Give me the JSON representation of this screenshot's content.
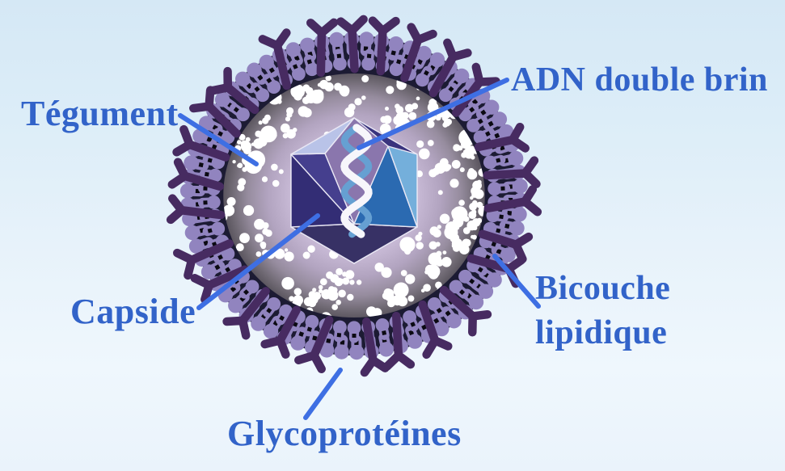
{
  "labels": {
    "tegument": {
      "text": "Tégument"
    },
    "adn": {
      "text": "ADN double brin"
    },
    "capside": {
      "text": "Capside"
    },
    "bicouche": {
      "text": "Bicouche\nlipidique"
    },
    "glycoproteines": {
      "text": "Glycoprotéines"
    }
  },
  "annotations": [
    {
      "id": "tegument",
      "label": "Tégument",
      "points_to": "tegument-layer"
    },
    {
      "id": "adn",
      "label": "ADN double brin",
      "points_to": "dna-double-helix"
    },
    {
      "id": "capside",
      "label": "Capside",
      "points_to": "capsid-icosahedron"
    },
    {
      "id": "bicouche",
      "label": "Bicouche lipidique",
      "points_to": "lipid-bilayer"
    },
    {
      "id": "glycoproteines",
      "label": "Glycoprotéines",
      "points_to": "glycoprotein-spikes"
    }
  ],
  "colors": {
    "label_text": "#3263c9",
    "leader_line": "#3e6fe3",
    "background_top": "#d5e8f5",
    "background_bottom": "#eff7fd",
    "lipid_head": "#9184bf",
    "membrane_dark": "#1c1b33",
    "membrane_dash": "#0b0a12",
    "glycoprotein": "#472b61",
    "speckle": "#ffffff",
    "tegument_gradient": [
      "#d2c6de",
      "#c6b8d4",
      "#b2a4c0",
      "#968c9e",
      "#6f6973",
      "#504b54",
      "#454046"
    ],
    "capsid_base": "#39337d",
    "capsid_face_bottom": "#373165",
    "capsid_face_left_dark": "#332d75",
    "capsid_face_left_light": "#453f8e",
    "capsid_face_blue": "#2b6ab1",
    "capsid_face_lightblue": "#74afdb",
    "capsid_face_mauve": "#8a76ad",
    "capsid_face_periwinkle": "#b9c3e8",
    "capsid_edge": "#e9e7f4",
    "dna_strand_white": "#f7f6fb",
    "dna_strand_blue": "#66a0d2"
  }
}
